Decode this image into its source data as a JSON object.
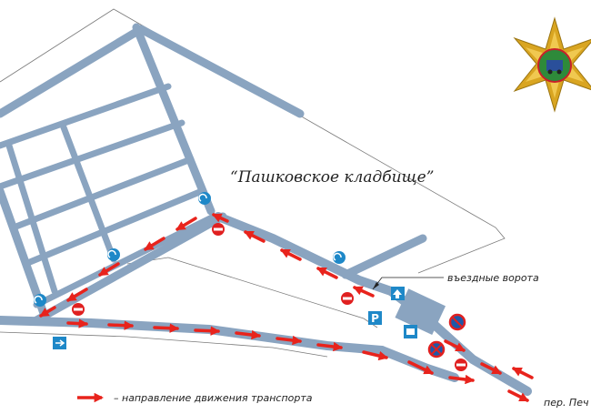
{
  "map": {
    "place_label": "“Пашковское кладбище”",
    "gate_label": "въездные ворота",
    "street_label": "пер. Печ",
    "legend_text": "– направление движения транспорта"
  },
  "colors": {
    "road": "#8aa4c0",
    "arrow": "#e8231c",
    "sign_blue": "#1e88c8",
    "sign_red": "#e02020",
    "boundary": "#7a7a7a",
    "emblem_gold": "#d9a521",
    "emblem_green": "#2e8a3a",
    "emblem_red": "#c8202a",
    "emblem_blue": "#2a4f9a"
  },
  "icons": {
    "emblem": "police-star-emblem",
    "sign_return": "u-turn-sign-icon",
    "sign_no_entry": "no-entry-sign-icon",
    "sign_no_stopping": "no-stopping-sign-icon",
    "sign_parking": "parking-sign-icon",
    "sign_bus": "bus-stop-sign-icon",
    "sign_direction": "direction-sign-icon"
  }
}
